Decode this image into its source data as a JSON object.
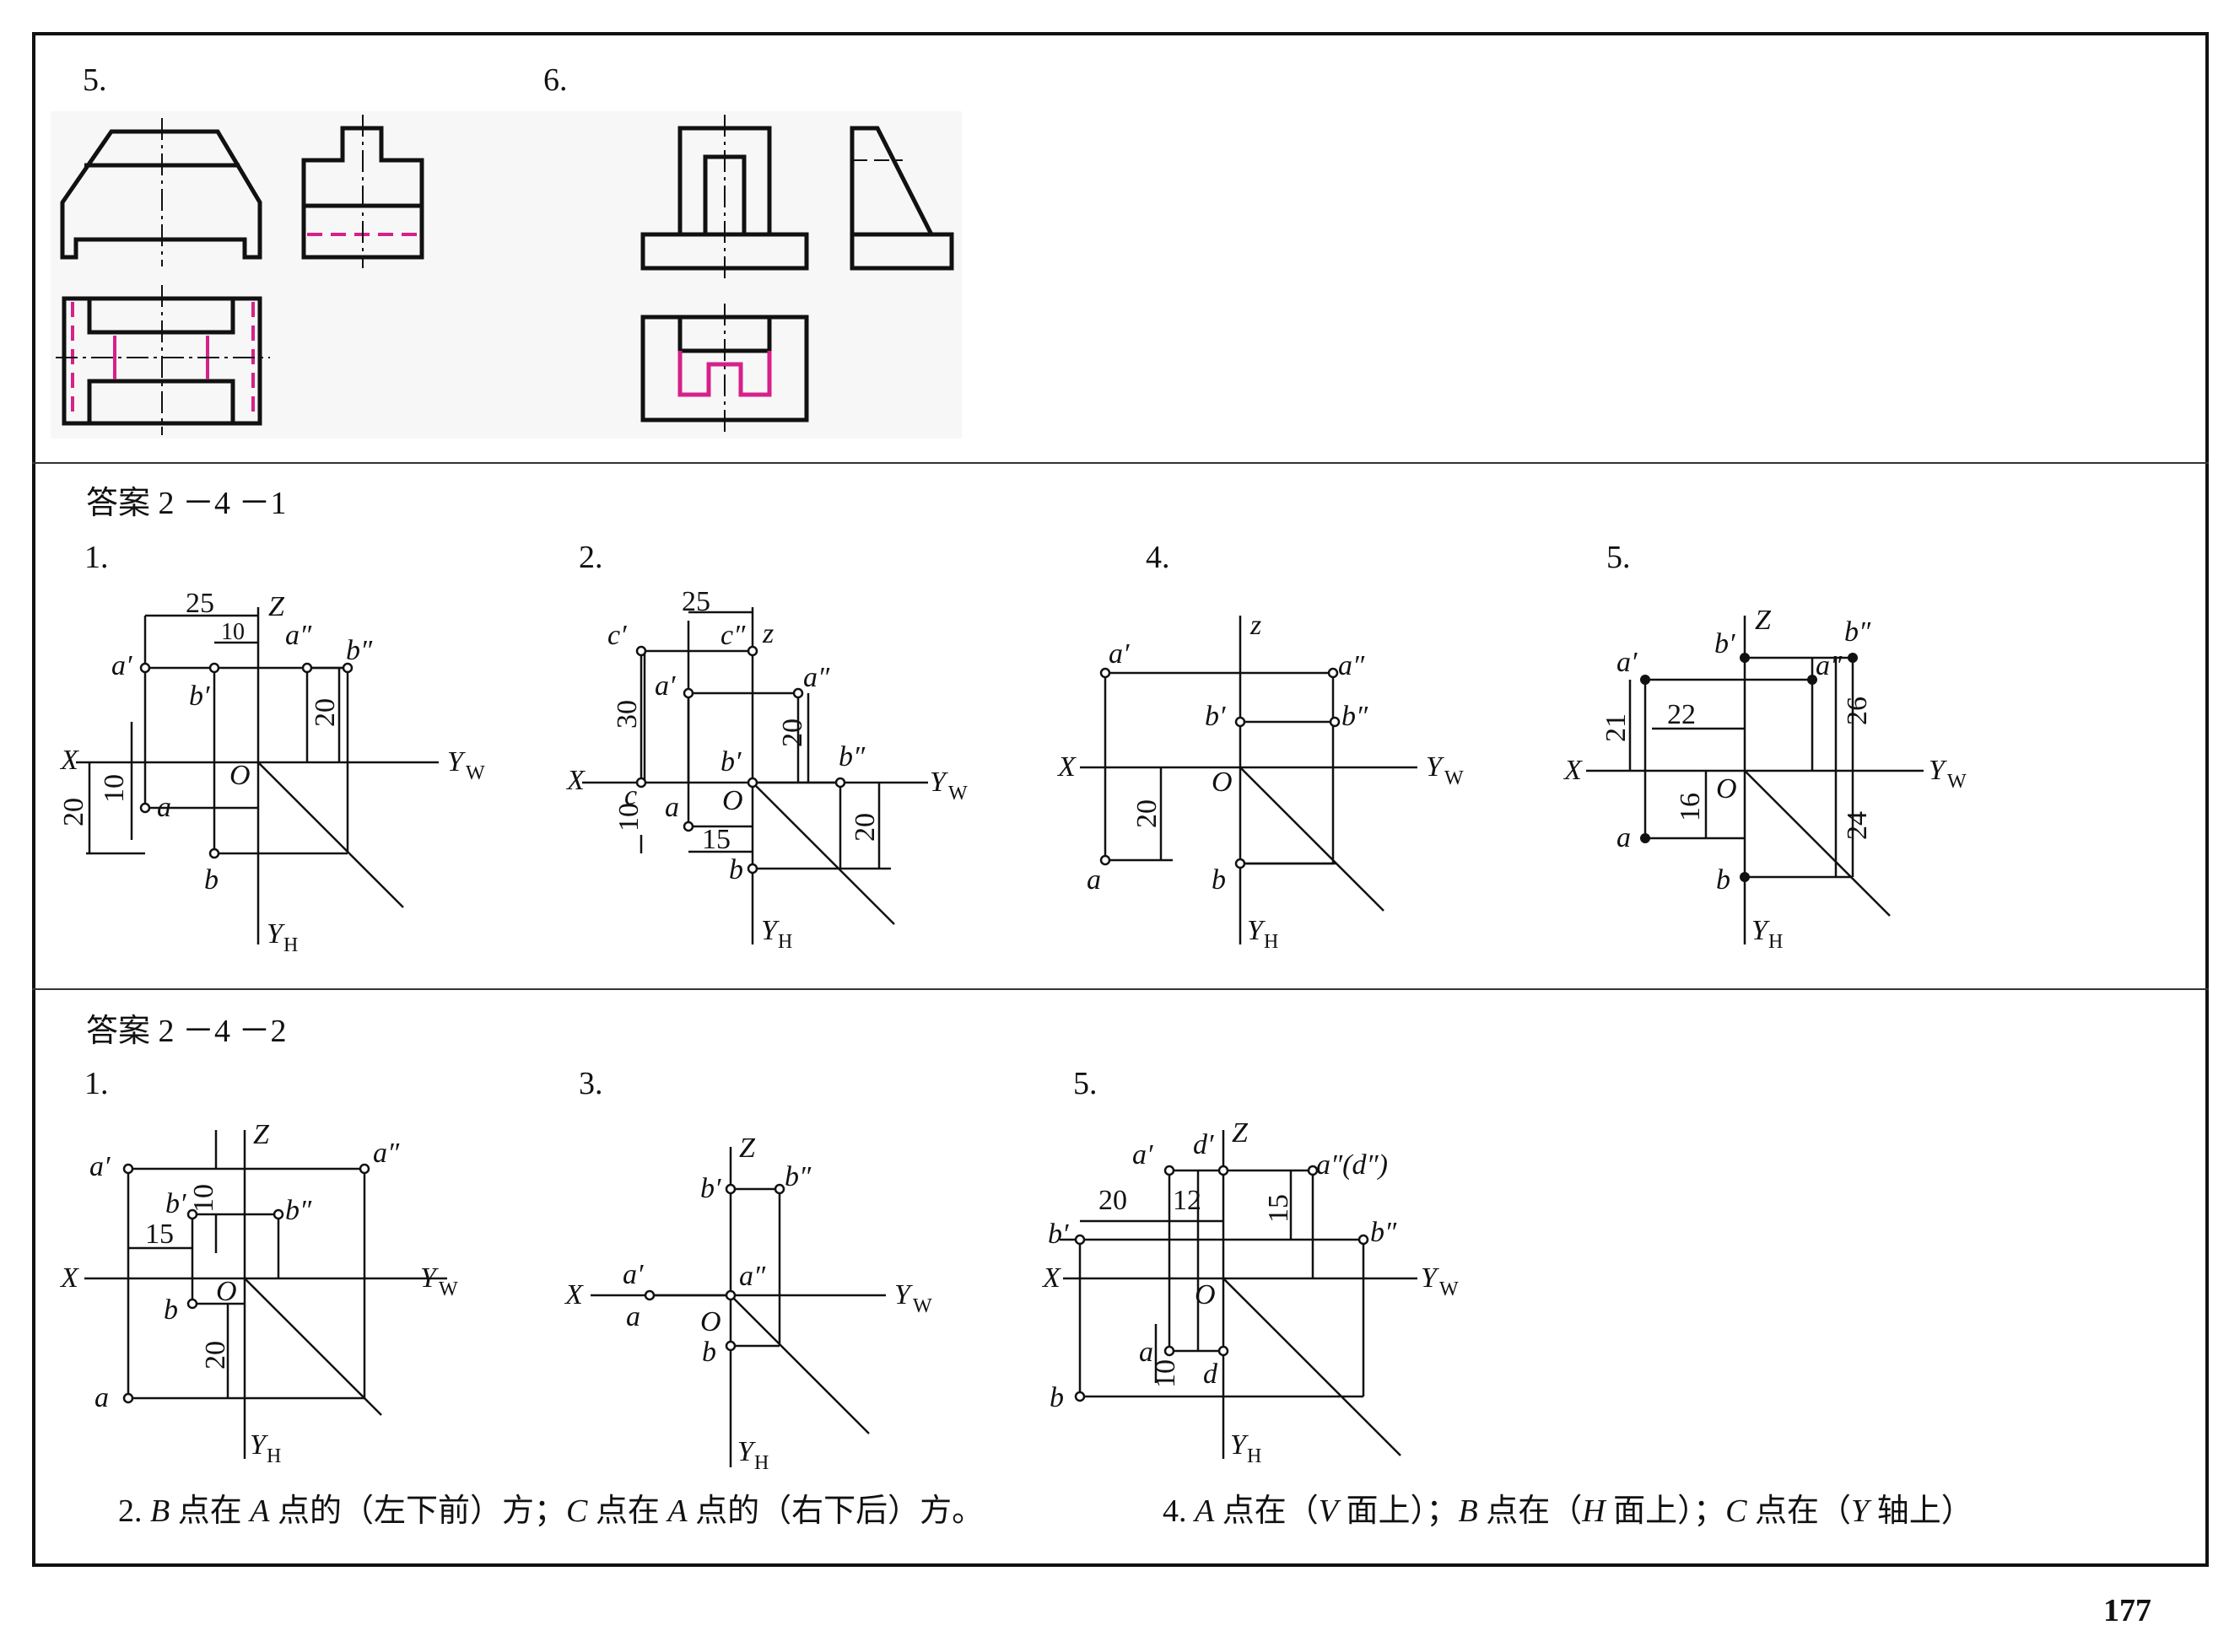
{
  "problems_top": {
    "p5": {
      "number": "5."
    },
    "p6": {
      "number": "6."
    }
  },
  "section_1": {
    "title": "答案 2 －4 －1",
    "f1": {
      "number": "1.",
      "dims": [
        "25",
        "10",
        "20",
        "10",
        "20"
      ],
      "points": [
        "a′",
        "a″",
        "b′",
        "b″",
        "a",
        "b"
      ],
      "axes": [
        "Z",
        "X",
        "O",
        "Y",
        "W",
        "Y",
        "H"
      ]
    },
    "f2": {
      "number": "2.",
      "dims": [
        "25",
        "30",
        "20",
        "10",
        "15",
        "20"
      ],
      "points": [
        "c′",
        "c″",
        "a′",
        "a″",
        "b′",
        "b″",
        "c",
        "a",
        "b"
      ],
      "axes": [
        "z",
        "X",
        "O",
        "Y",
        "W",
        "Y",
        "H"
      ]
    },
    "f4": {
      "number": "4.",
      "dims": [
        "20"
      ],
      "points": [
        "a′",
        "a″",
        "b′",
        "b″",
        "a",
        "b"
      ],
      "axes": [
        "z",
        "X",
        "O",
        "Y",
        "W",
        "Y",
        "H"
      ]
    },
    "f5": {
      "number": "5.",
      "dims": [
        "22",
        "21",
        "26",
        "16",
        "24"
      ],
      "points": [
        "a′",
        "b′",
        "b″",
        "a″",
        "a",
        "b"
      ],
      "axes": [
        "Z",
        "X",
        "O",
        "Y",
        "W",
        "Y",
        "H"
      ]
    }
  },
  "section_2": {
    "title": "答案 2 －4 －2",
    "f1": {
      "number": "1.",
      "dims": [
        "10",
        "15",
        "20"
      ],
      "points": [
        "a′",
        "a″",
        "b′",
        "b″",
        "b",
        "a"
      ],
      "axes": [
        "Z",
        "X",
        "O",
        "Y",
        "W",
        "Y",
        "H"
      ]
    },
    "f3": {
      "number": "3.",
      "points": [
        "b′",
        "b″",
        "a′",
        "a″",
        "a",
        "b"
      ],
      "axes": [
        "Z",
        "X",
        "O",
        "Y",
        "W",
        "Y",
        "H"
      ]
    },
    "f5": {
      "number": "5.",
      "dims": [
        "20",
        "12",
        "15",
        "10"
      ],
      "points": [
        "a′",
        "d′",
        "a″(d″)",
        "b′",
        "b″",
        "a",
        "d",
        "b"
      ],
      "axes": [
        "Z",
        "X",
        "O",
        "Y",
        "W",
        "Y",
        "H"
      ]
    }
  },
  "answers": {
    "a2": {
      "no": "2.",
      "b1": "B",
      "t1": " 点在 ",
      "a1": "A",
      "t2": " 点的（左下前）方；",
      "c1": "C",
      "t3": " 点在 ",
      "a2": "A",
      "t4": " 点的（右下后）方。"
    },
    "a4": {
      "no": "4.",
      "a1": "A",
      "t1": " 点在（",
      "v": "V",
      "t2": " 面上）；",
      "b1": "B",
      "t3": " 点在（",
      "h": "H",
      "t4": " 面上）；",
      "c1": "C",
      "t5": " 点在（",
      "y": "Y",
      "t6": " 轴上）"
    }
  },
  "page_number": "177",
  "colors": {
    "ink": "#111111",
    "hidden_line": "#d6218a",
    "panel_bg": "#f7f7f7"
  }
}
